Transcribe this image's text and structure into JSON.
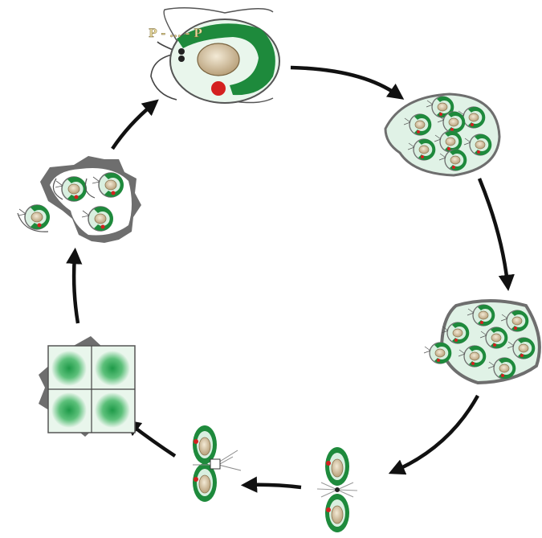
{
  "diagram": {
    "top_label": "Р - ... - Р",
    "colors": {
      "chloroplast": "#1e8a3c",
      "cell_fill": "#d9efe0",
      "nucleus": "#c9b48e",
      "eyespot": "#d42020",
      "wall": "#6e6e6e",
      "arrow": "#111111"
    },
    "stages": [
      {
        "name": "vegetative-cell",
        "icon": "biflagellate-cell-icon"
      },
      {
        "name": "zoospore-sporangium",
        "icon": "sporangium-icon"
      },
      {
        "name": "gametangium",
        "icon": "gametangium-icon"
      },
      {
        "name": "gamete-fusion",
        "icon": "fusing-gametes-icon"
      },
      {
        "name": "zygote-pair",
        "icon": "zygote-icon"
      },
      {
        "name": "zygospore",
        "icon": "zygospore-icon"
      },
      {
        "name": "meiospores-release",
        "icon": "meiospore-release-icon"
      }
    ]
  }
}
